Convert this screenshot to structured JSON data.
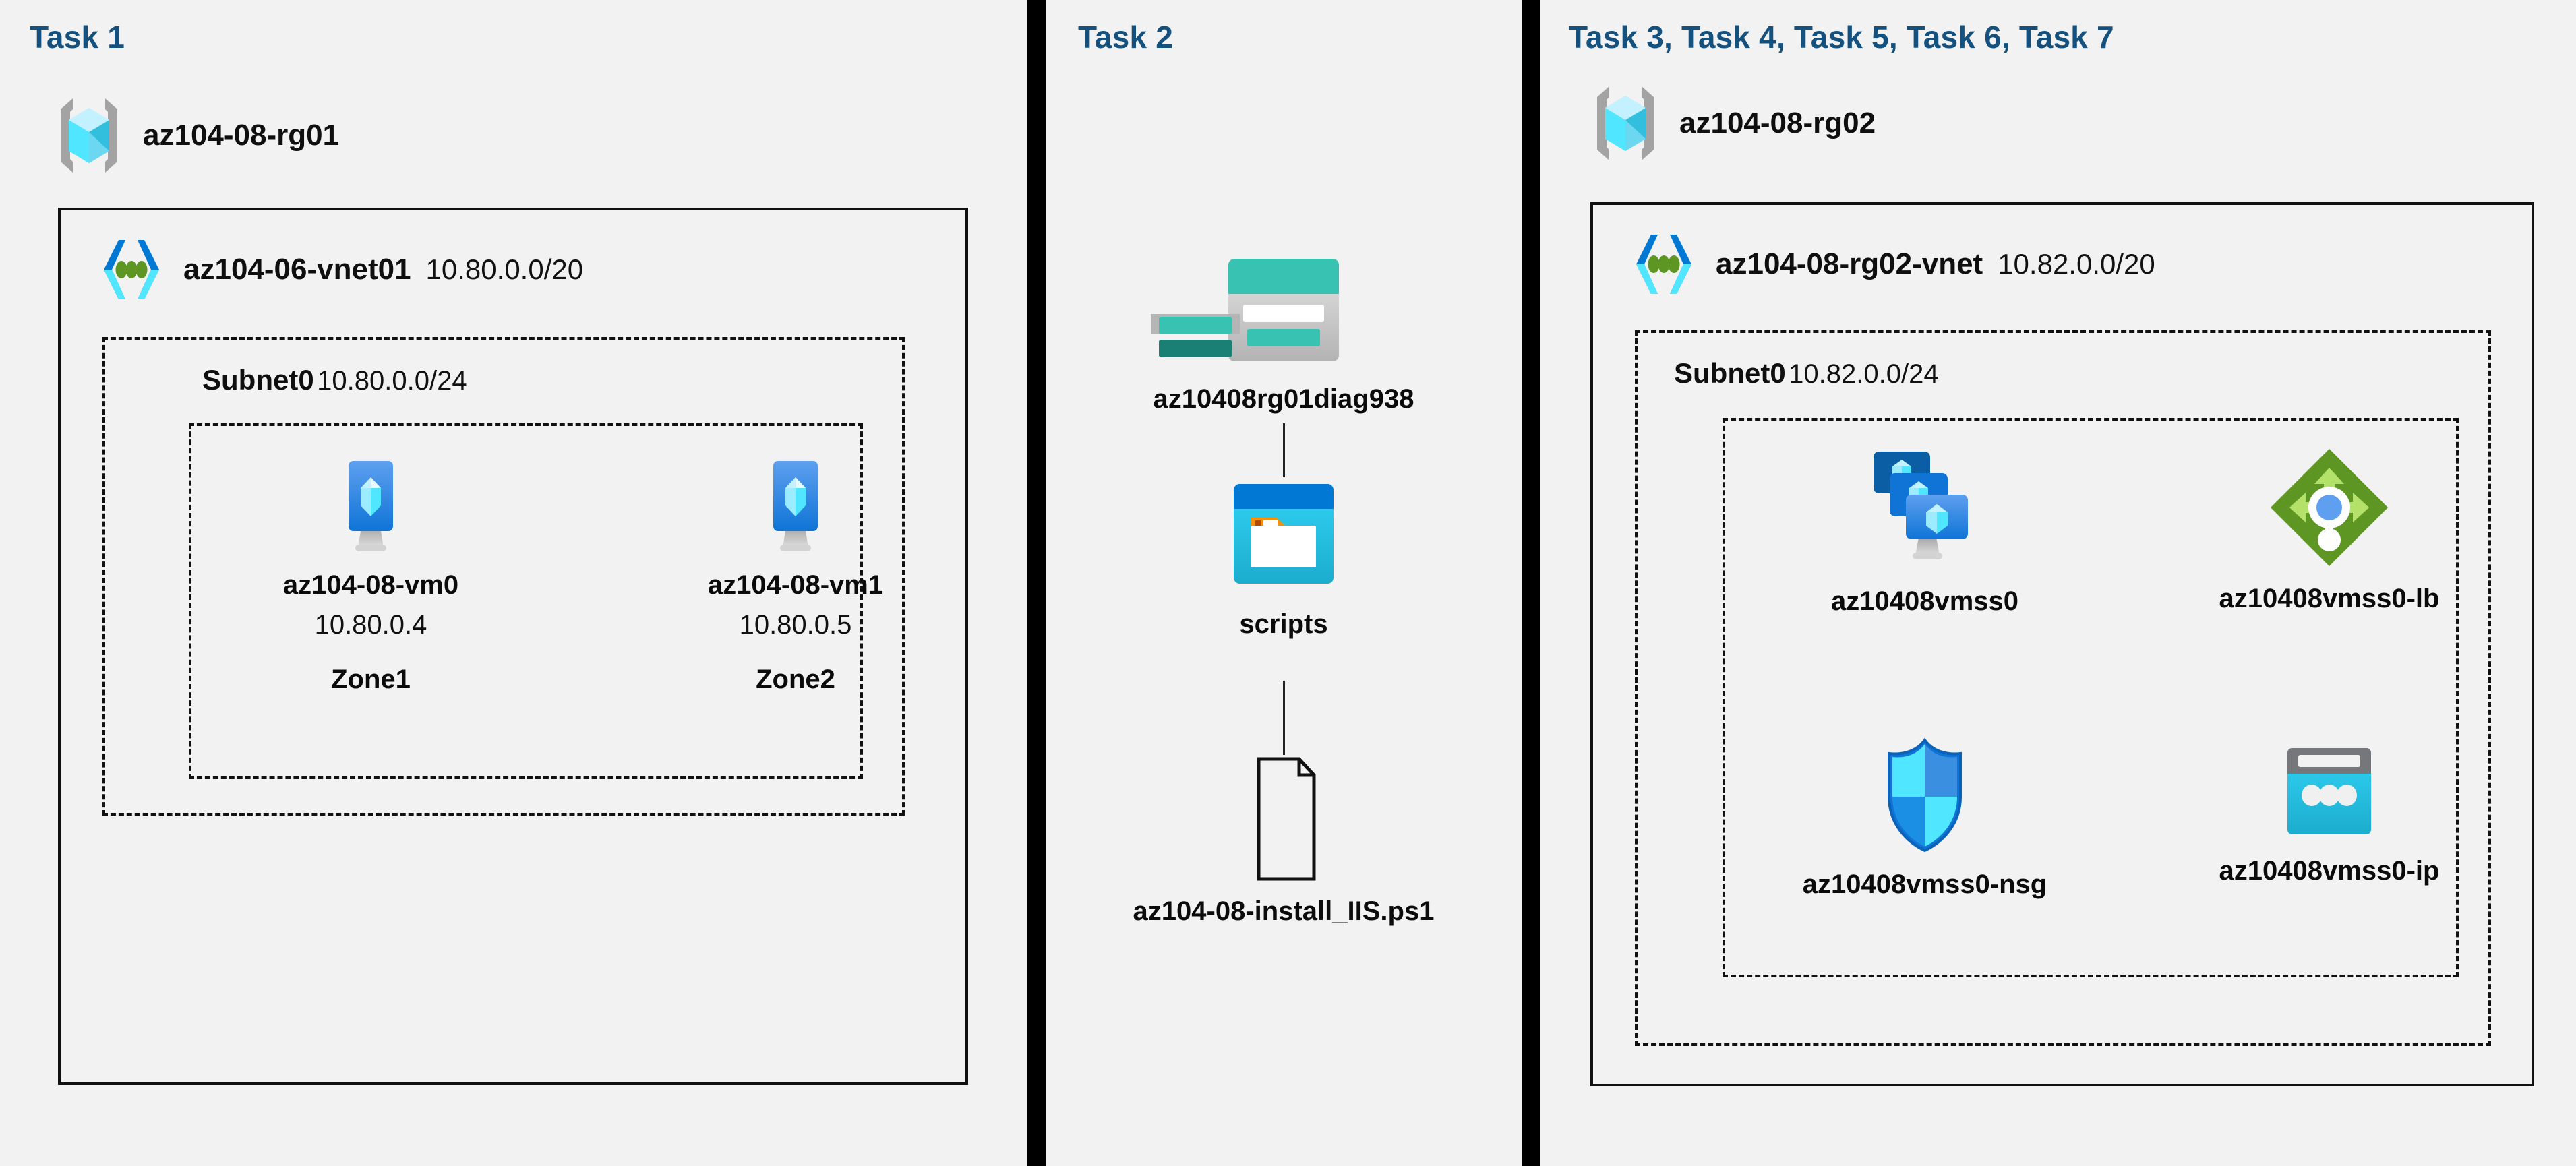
{
  "panels": [
    {
      "id": "task1",
      "title": "Task 1",
      "resource_group": {
        "name": "az104-08-rg01",
        "icon": "resource-group-icon"
      },
      "vnet": {
        "name": "az104-06-vnet01",
        "cidr": "10.80.0.0/20",
        "icon": "virtual-network-icon"
      },
      "subnet": {
        "name": "Subnet0",
        "cidr": "10.80.0.0/24"
      },
      "vms": [
        {
          "name": "az104-08-vm0",
          "ip": "10.80.0.4",
          "zone": "Zone1",
          "icon": "virtual-machine-icon"
        },
        {
          "name": "az104-08-vm1",
          "ip": "10.80.0.5",
          "zone": "Zone2",
          "icon": "virtual-machine-icon"
        }
      ]
    },
    {
      "id": "task2",
      "title": "Task 2",
      "nodes": [
        {
          "name": "az10408rg01diag938",
          "icon": "storage-account-icon"
        },
        {
          "name": "scripts",
          "icon": "blob-container-icon"
        },
        {
          "name": "az104-08-install_IIS.ps1",
          "icon": "file-icon"
        }
      ]
    },
    {
      "id": "task3",
      "title": "Task 3, Task 4, Task 5, Task 6, Task 7",
      "resource_group": {
        "name": "az104-08-rg02",
        "icon": "resource-group-icon"
      },
      "vnet": {
        "name": "az104-08-rg02-vnet",
        "cidr": "10.82.0.0/20",
        "icon": "virtual-network-icon"
      },
      "subnet": {
        "name": "Subnet0",
        "cidr": "10.82.0.0/24"
      },
      "resources": [
        {
          "name": "az10408vmss0",
          "icon": "vm-scale-set-icon"
        },
        {
          "name": "az10408vmss0-lb",
          "icon": "load-balancer-icon"
        },
        {
          "name": "az10408vmss0-nsg",
          "icon": "network-security-group-icon"
        },
        {
          "name": "az10408vmss0-ip",
          "icon": "public-ip-address-icon"
        }
      ]
    }
  ],
  "colors": {
    "task_title": "#15517e",
    "background": "#f2f2f2",
    "border": "#111111",
    "divider": "#000000",
    "azure_blue": "#0078d4",
    "azure_cyan": "#50e6ff",
    "storage_teal": "#37c2b1",
    "lb_green": "#5e9624",
    "nsg_blue": "#0078d4"
  }
}
